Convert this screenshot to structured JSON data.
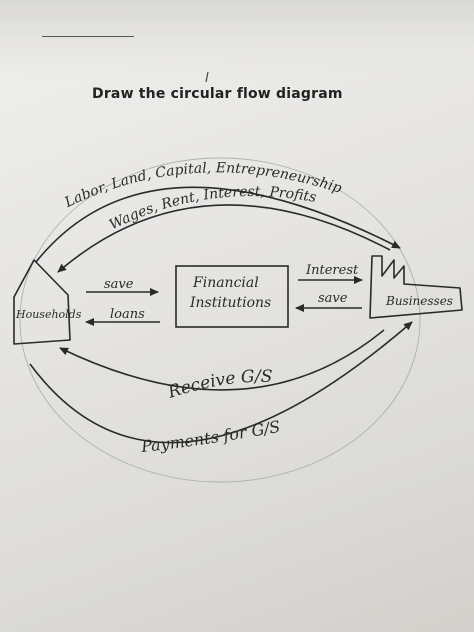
{
  "title": "Draw the circular flow diagram",
  "flows": {
    "factors": "Labor, Land, Capital, Entrepreneurship",
    "incomes": "Wages, Rent, Interest, Profits",
    "goods": "Receive G/S",
    "payments": "Payments for G/S",
    "save_from_households": "save",
    "loans": "loans",
    "interest": "Interest",
    "save_from_businesses": "save"
  },
  "nodes": {
    "households": "Households",
    "financial_line1": "Financial",
    "financial_line2": "Institutions",
    "businesses": "Businesses"
  }
}
